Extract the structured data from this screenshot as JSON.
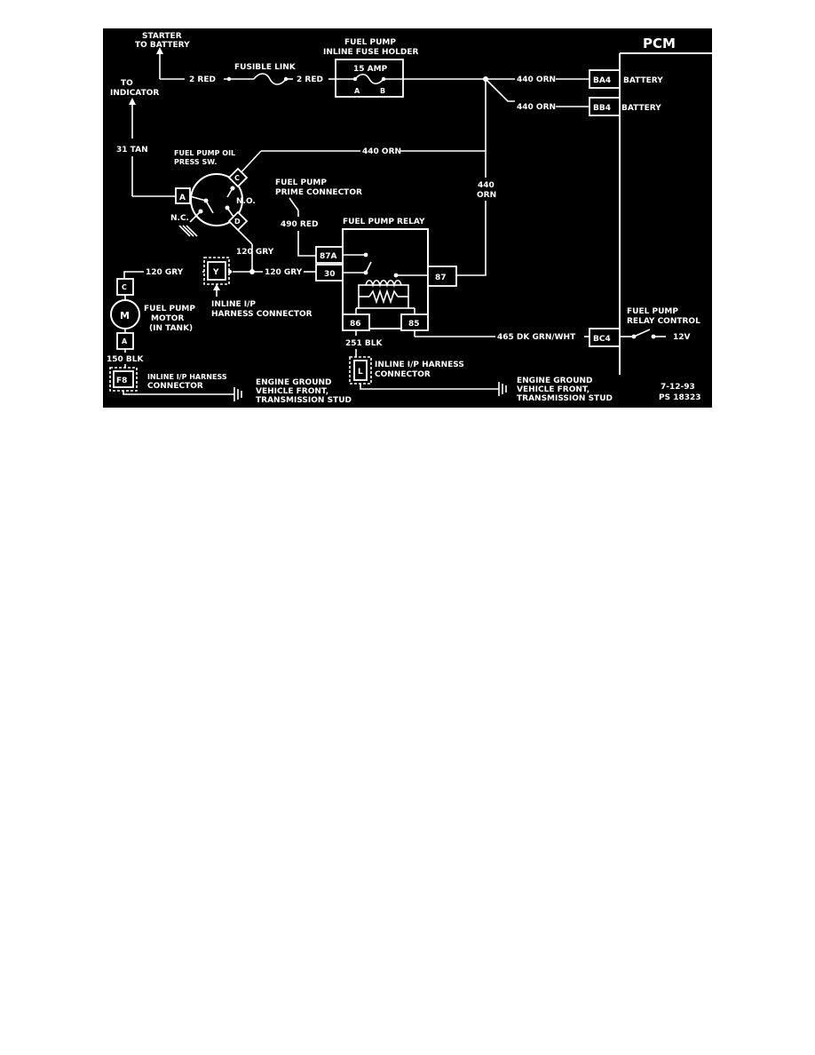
{
  "labels": {
    "starter": [
      "STARTER",
      "TO BATTERY"
    ],
    "to_indicator": [
      "TO",
      "INDICATOR"
    ],
    "fusible_link": "FUSIBLE LINK",
    "fuse_holder": [
      "FUEL PUMP",
      "INLINE FUSE HOLDER"
    ],
    "fuse_amp": "15 AMP",
    "fuse_a": "A",
    "fuse_b": "B",
    "pcm": "PCM",
    "battery1": "BATTERY",
    "battery2": "BATTERY",
    "oil_switch": [
      "FUEL PUMP OIL",
      "PRESS SW."
    ],
    "prime_connector": [
      "FUEL PUMP",
      "PRIME CONNECTOR"
    ],
    "relay": "FUEL PUMP RELAY",
    "motor": [
      "FUEL PUMP",
      "MOTOR",
      "(IN TANK)"
    ],
    "motor_symbol": "M",
    "inline_ip_y": [
      "INLINE I/P",
      "HARNESS CONNECTOR"
    ],
    "inline_ip_l": [
      "INLINE I/P HARNESS",
      "CONNECTOR"
    ],
    "inline_ip_f8": [
      "INLINE I/P HARNESS",
      "CONNECTOR"
    ],
    "ground1": [
      "ENGINE GROUND",
      "VEHICLE FRONT,",
      "TRANSMISSION STUD"
    ],
    "ground2": [
      "ENGINE GROUND",
      "VEHICLE FRONT,",
      "TRANSMISSION STUD"
    ],
    "relay_control": [
      "FUEL PUMP",
      "RELAY CONTROL"
    ],
    "volt": "12V",
    "no": "N.O.",
    "nc": "N.C.",
    "date": "7-12-93",
    "ps": "PS 18323"
  },
  "wires": {
    "red_left": "2 RED",
    "red_right": "2 RED",
    "orn_ba4": "440 ORN",
    "orn_bb4": "440 ORN",
    "orn_switch": "440 ORN",
    "orn_vert": [
      "440",
      "ORN"
    ],
    "tan": "31 TAN",
    "red_prime": "490 RED",
    "gry_switch": "120 GRY",
    "gry_motor": "120 GRY",
    "gry_relay": "120 GRY",
    "blk_ground": "251 BLK",
    "blk_motor": "150 BLK",
    "dkgrn": "465 DK GRN/WHT"
  },
  "pins": {
    "ba4": "BA4",
    "bb4": "BB4",
    "bc4": "BC4",
    "sw_a": "A",
    "sw_c": "C",
    "sw_d": "D",
    "relay_87a": "87A",
    "relay_30": "30",
    "relay_87": "87",
    "relay_86": "86",
    "relay_85": "85",
    "conn_y": "Y",
    "conn_l": "L",
    "conn_f8": "F8",
    "motor_c": "C",
    "motor_a": "A"
  }
}
